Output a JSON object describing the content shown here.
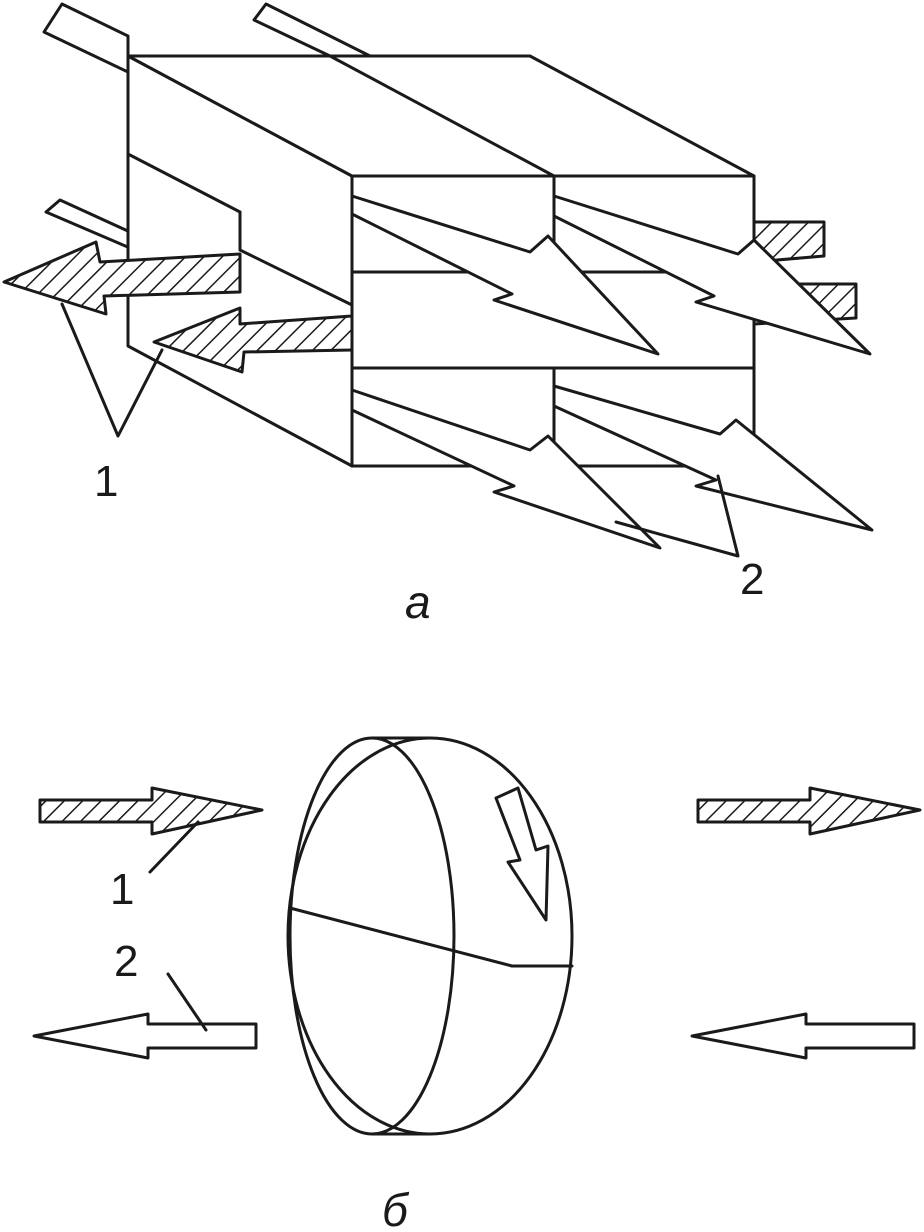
{
  "figure": {
    "colors": {
      "stroke": "#1a1a1a",
      "background": "#ffffff"
    },
    "panel_a": {
      "caption": "а",
      "callouts": [
        "1",
        "2"
      ]
    },
    "panel_b": {
      "caption": "б",
      "callouts": [
        "1",
        "2"
      ]
    }
  }
}
